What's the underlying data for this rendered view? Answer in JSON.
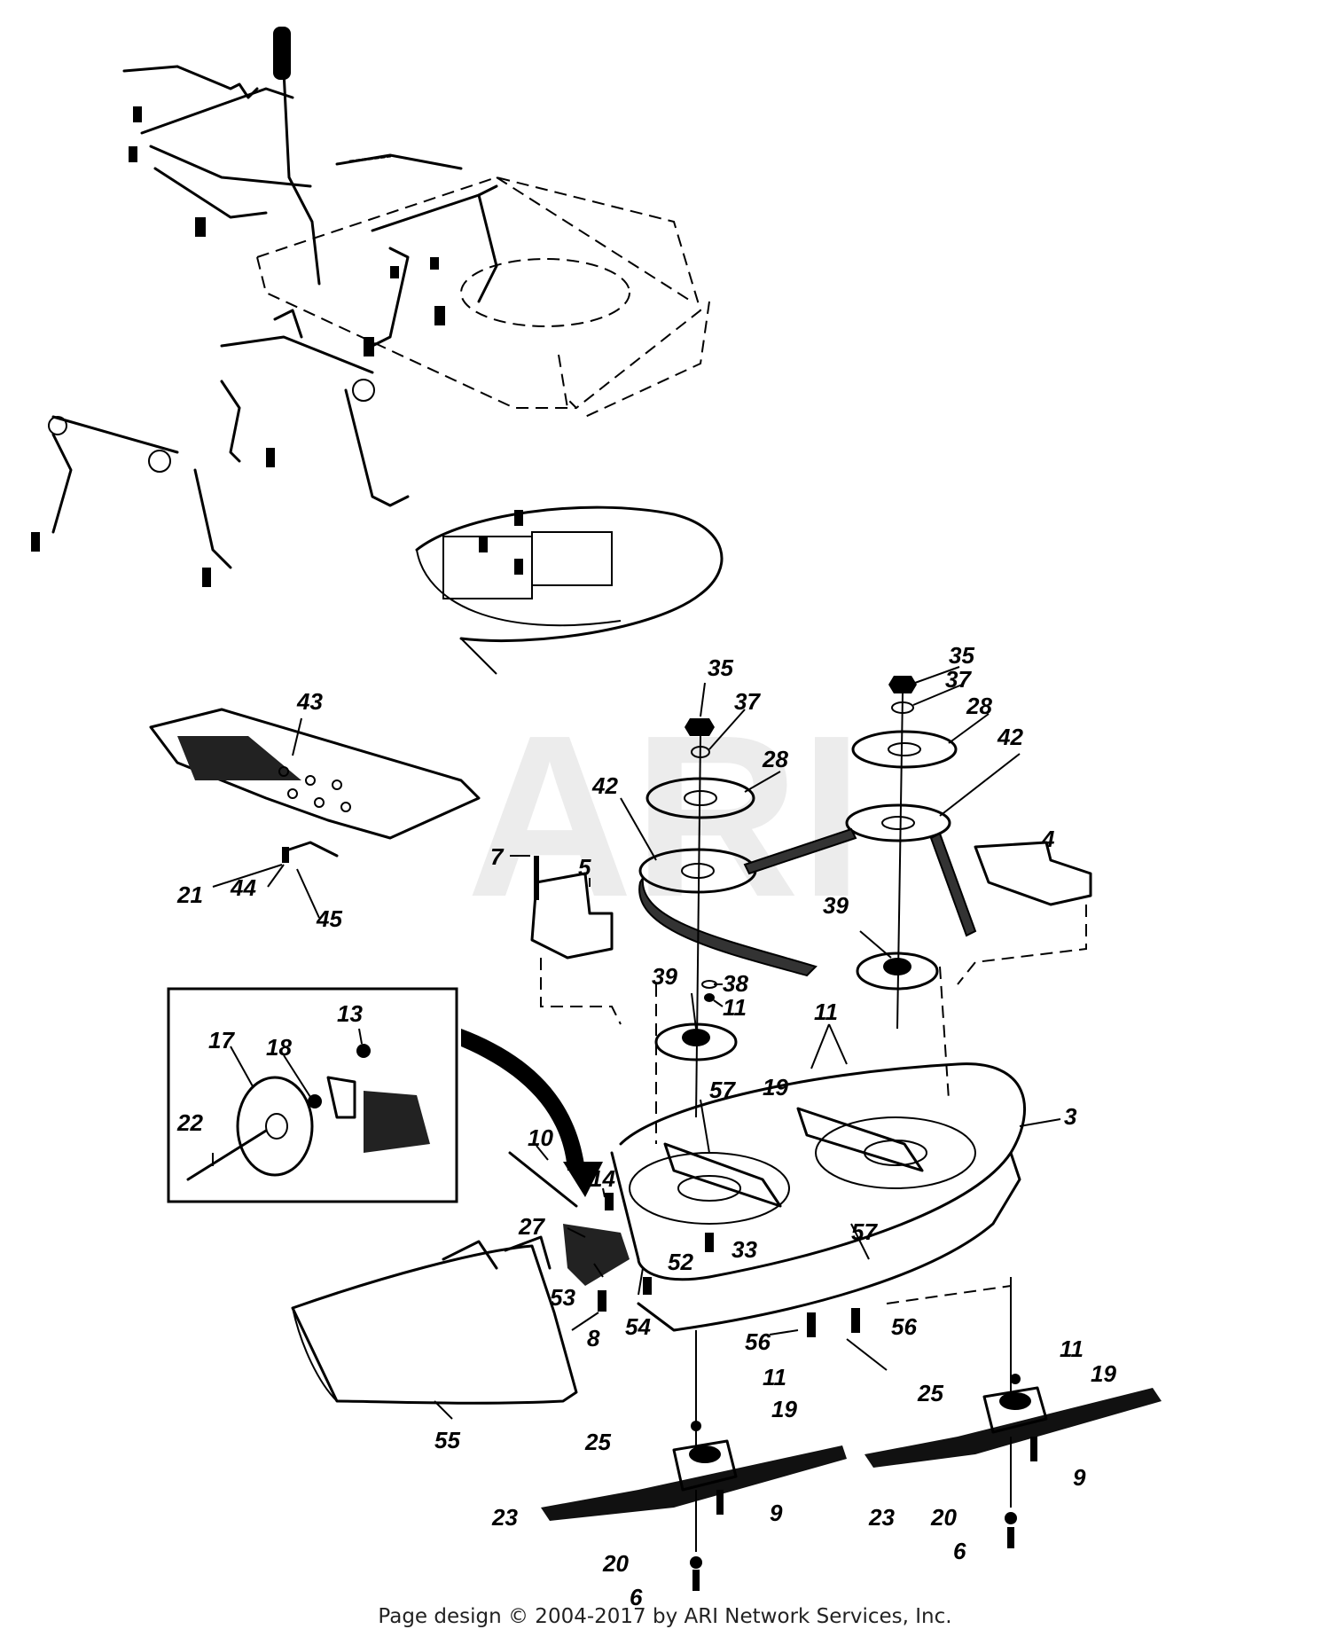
{
  "watermark": "ARI",
  "footer": "Page design © 2004-2017 by ARI Network Services, Inc.",
  "part_numbers": [
    "3",
    "4",
    "5",
    "6",
    "7",
    "8",
    "9",
    "10",
    "11",
    "13",
    "14",
    "17",
    "18",
    "19",
    "20",
    "21",
    "22",
    "23",
    "25",
    "27",
    "28",
    "33",
    "35",
    "37",
    "38",
    "39",
    "42",
    "43",
    "44",
    "45",
    "52",
    "53",
    "54",
    "55",
    "56",
    "57"
  ],
  "labels": {
    "p35a": "35",
    "p37a": "37",
    "p28a": "28",
    "p42a": "42",
    "p35b": "35",
    "p37b": "37",
    "p28b": "28",
    "p42b": "42",
    "p43": "43",
    "p21": "21",
    "p44": "44",
    "p45": "45",
    "p7": "7",
    "p5": "5",
    "p4": "4",
    "p39a": "39",
    "p39b": "39",
    "p38": "38",
    "p11a": "11",
    "p11b": "11",
    "p13": "13",
    "p17": "17",
    "p18": "18",
    "p22": "22",
    "p19a": "19",
    "p57a": "57",
    "p57b": "57",
    "p3": "3",
    "p10": "10",
    "p14": "14",
    "p27": "27",
    "p33": "33",
    "p52": "52",
    "p53": "53",
    "p8": "8",
    "p54": "54",
    "p56a": "56",
    "p56b": "56",
    "p55": "55",
    "p11c": "11",
    "p19b": "19",
    "p25a": "25",
    "p23a": "23",
    "p9a": "9",
    "p20a": "20",
    "p6a": "6",
    "p11d": "11",
    "p19c": "19",
    "p25b": "25",
    "p23b": "23",
    "p9b": "9",
    "p20b": "20",
    "p6b": "6"
  }
}
